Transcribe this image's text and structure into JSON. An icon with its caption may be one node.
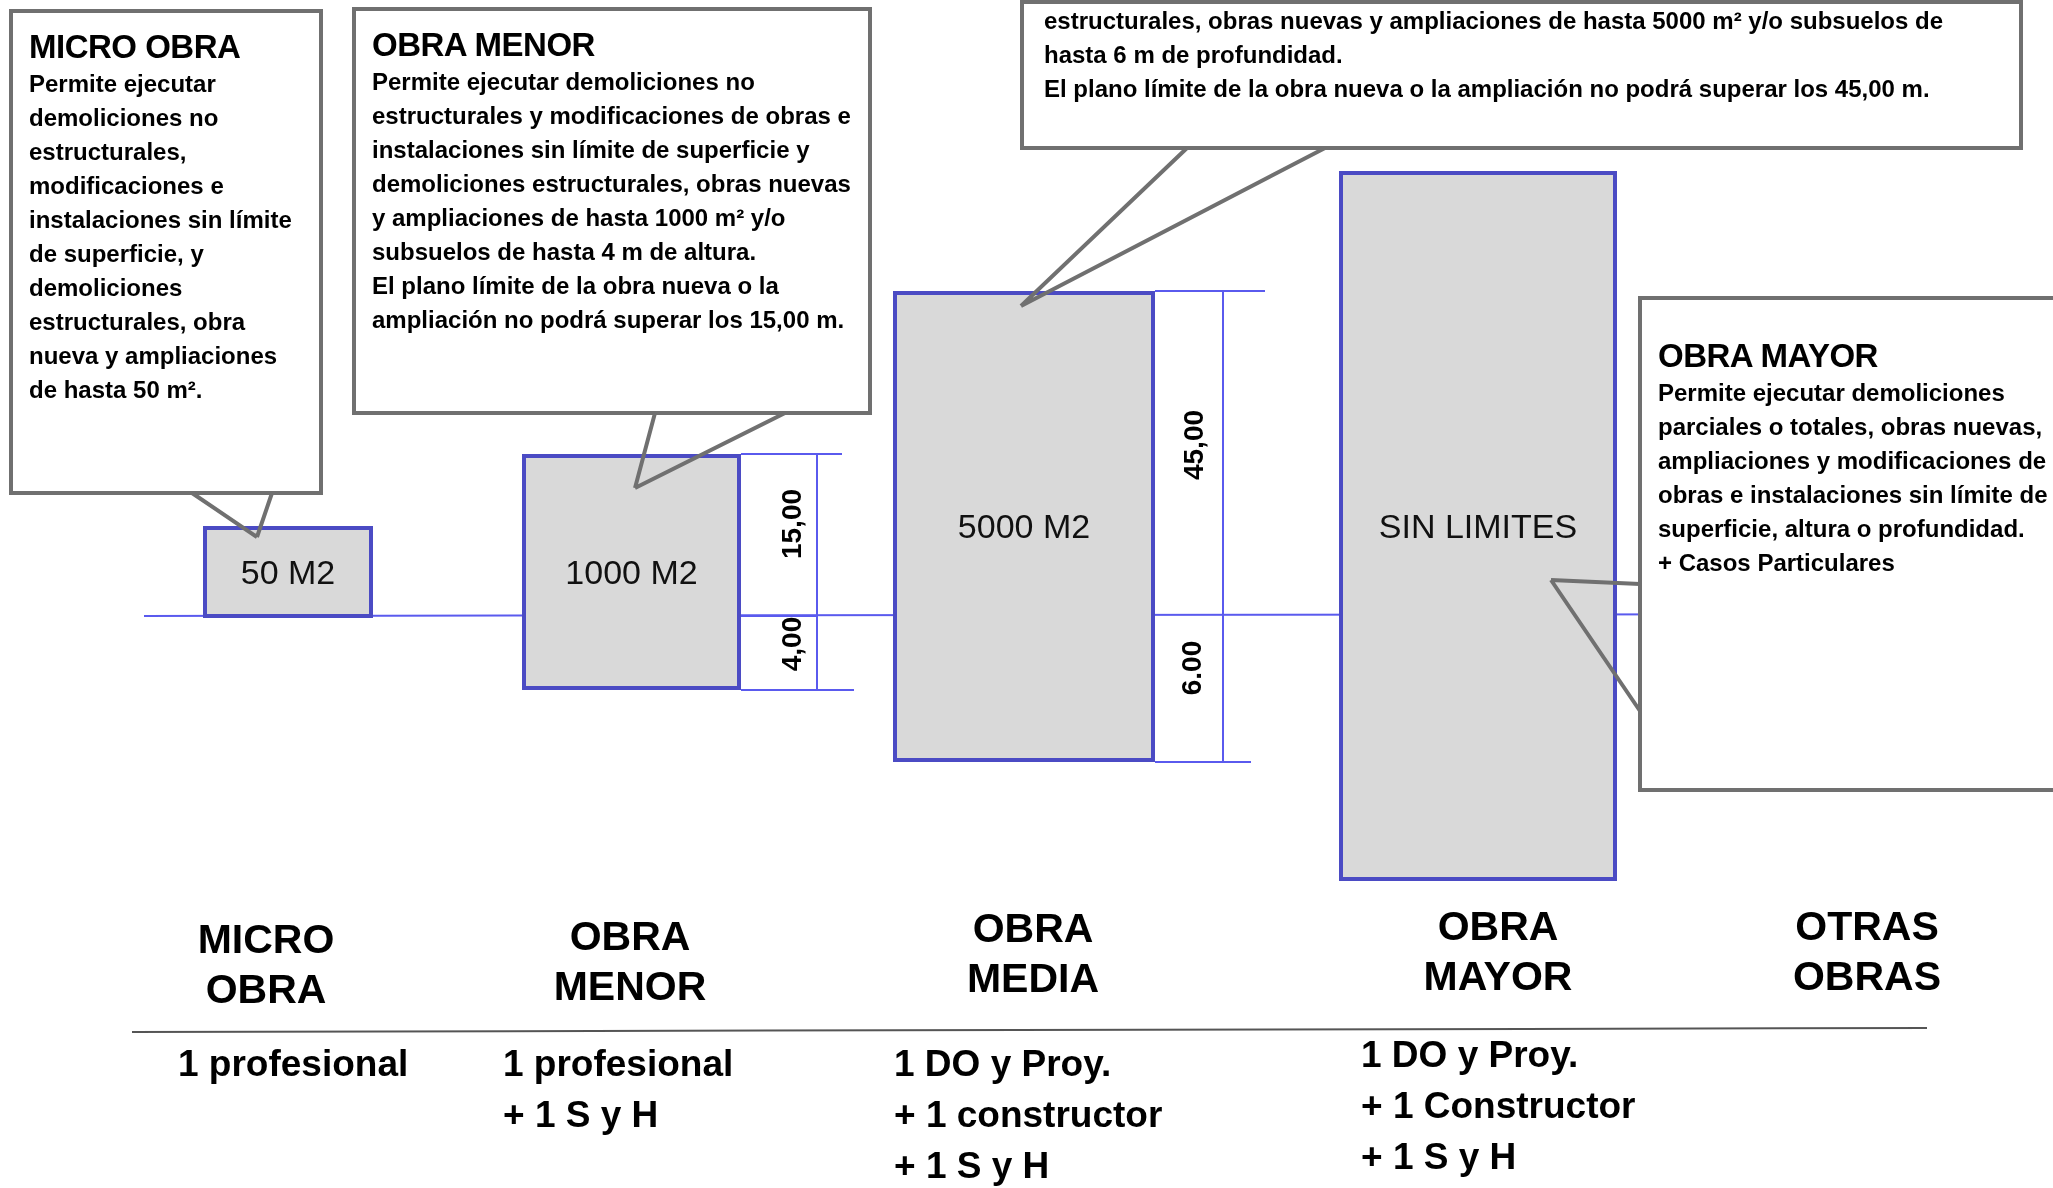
{
  "diagram": {
    "nodes": [
      {
        "text": [
          "MICRO OBRA",
          "Permite ejecutar demoliciones no estructurales, modificaciones e instalaciones sin límite de superficie, y demoliciones estructurales, obra nueva y ampliaciones de hasta 50 m²."
        ]
      },
      {
        "text": [
          "OBRA MENOR",
          "Permite ejecutar demoliciones no estructurales y modificaciones de obras e instalaciones sin límite de superficie y demoliciones estructurales, obras nuevas y ampliaciones de hasta 1000 m² y/o subsuelos de hasta 4 m de altura.",
          "El plano límite de la obra nueva o la ampliación no podrá superar los 15,00 m."
        ]
      },
      {
        "text": [
          "estructurales, obras nuevas y ampliaciones de hasta 5000 m² y/o subsuelos de hasta 6 m de profundidad.",
          "El plano límite de la obra nueva o la ampliación no podrá superar los 45,00 m."
        ]
      },
      {
        "text": [
          "OBRA MAYOR",
          "Permite ejecutar demoliciones parciales o totales, obras nuevas, ampliaciones y modificaciones de obras e instalaciones sin límite de superficie, altura o profundidad.",
          "+ Casos Particulares"
        ]
      },
      {
        "text": [
          "50 M2"
        ]
      },
      {
        "text": [
          "1000 M2"
        ]
      },
      {
        "text": [
          "5000 M2"
        ]
      },
      {
        "text": [
          "SIN LIMITES"
        ]
      }
    ],
    "edges": [
      {
        "from": 0,
        "to": 4,
        "arrow": "none"
      },
      {
        "from": 1,
        "to": 5,
        "arrow": "none"
      },
      {
        "from": 2,
        "to": 6,
        "arrow": "none"
      },
      {
        "from": 3,
        "to": 7,
        "arrow": "none"
      }
    ],
    "labels": [
      "45,00",
      "15,00",
      "4,00",
      "6.00",
      "MICRO OBRA",
      "OBRA MENOR",
      "OBRA MEDIA",
      "OBRA MAYOR",
      "OTRAS OBRAS",
      "1 profesional",
      "1 profesional",
      "+ 1 S y H",
      "1 DO y Proy.",
      "+ 1 constructor",
      "+ 1 S y H",
      "1 DO y Proy.",
      "+ 1 Constructor",
      "+ 1 S y H"
    ]
  }
}
